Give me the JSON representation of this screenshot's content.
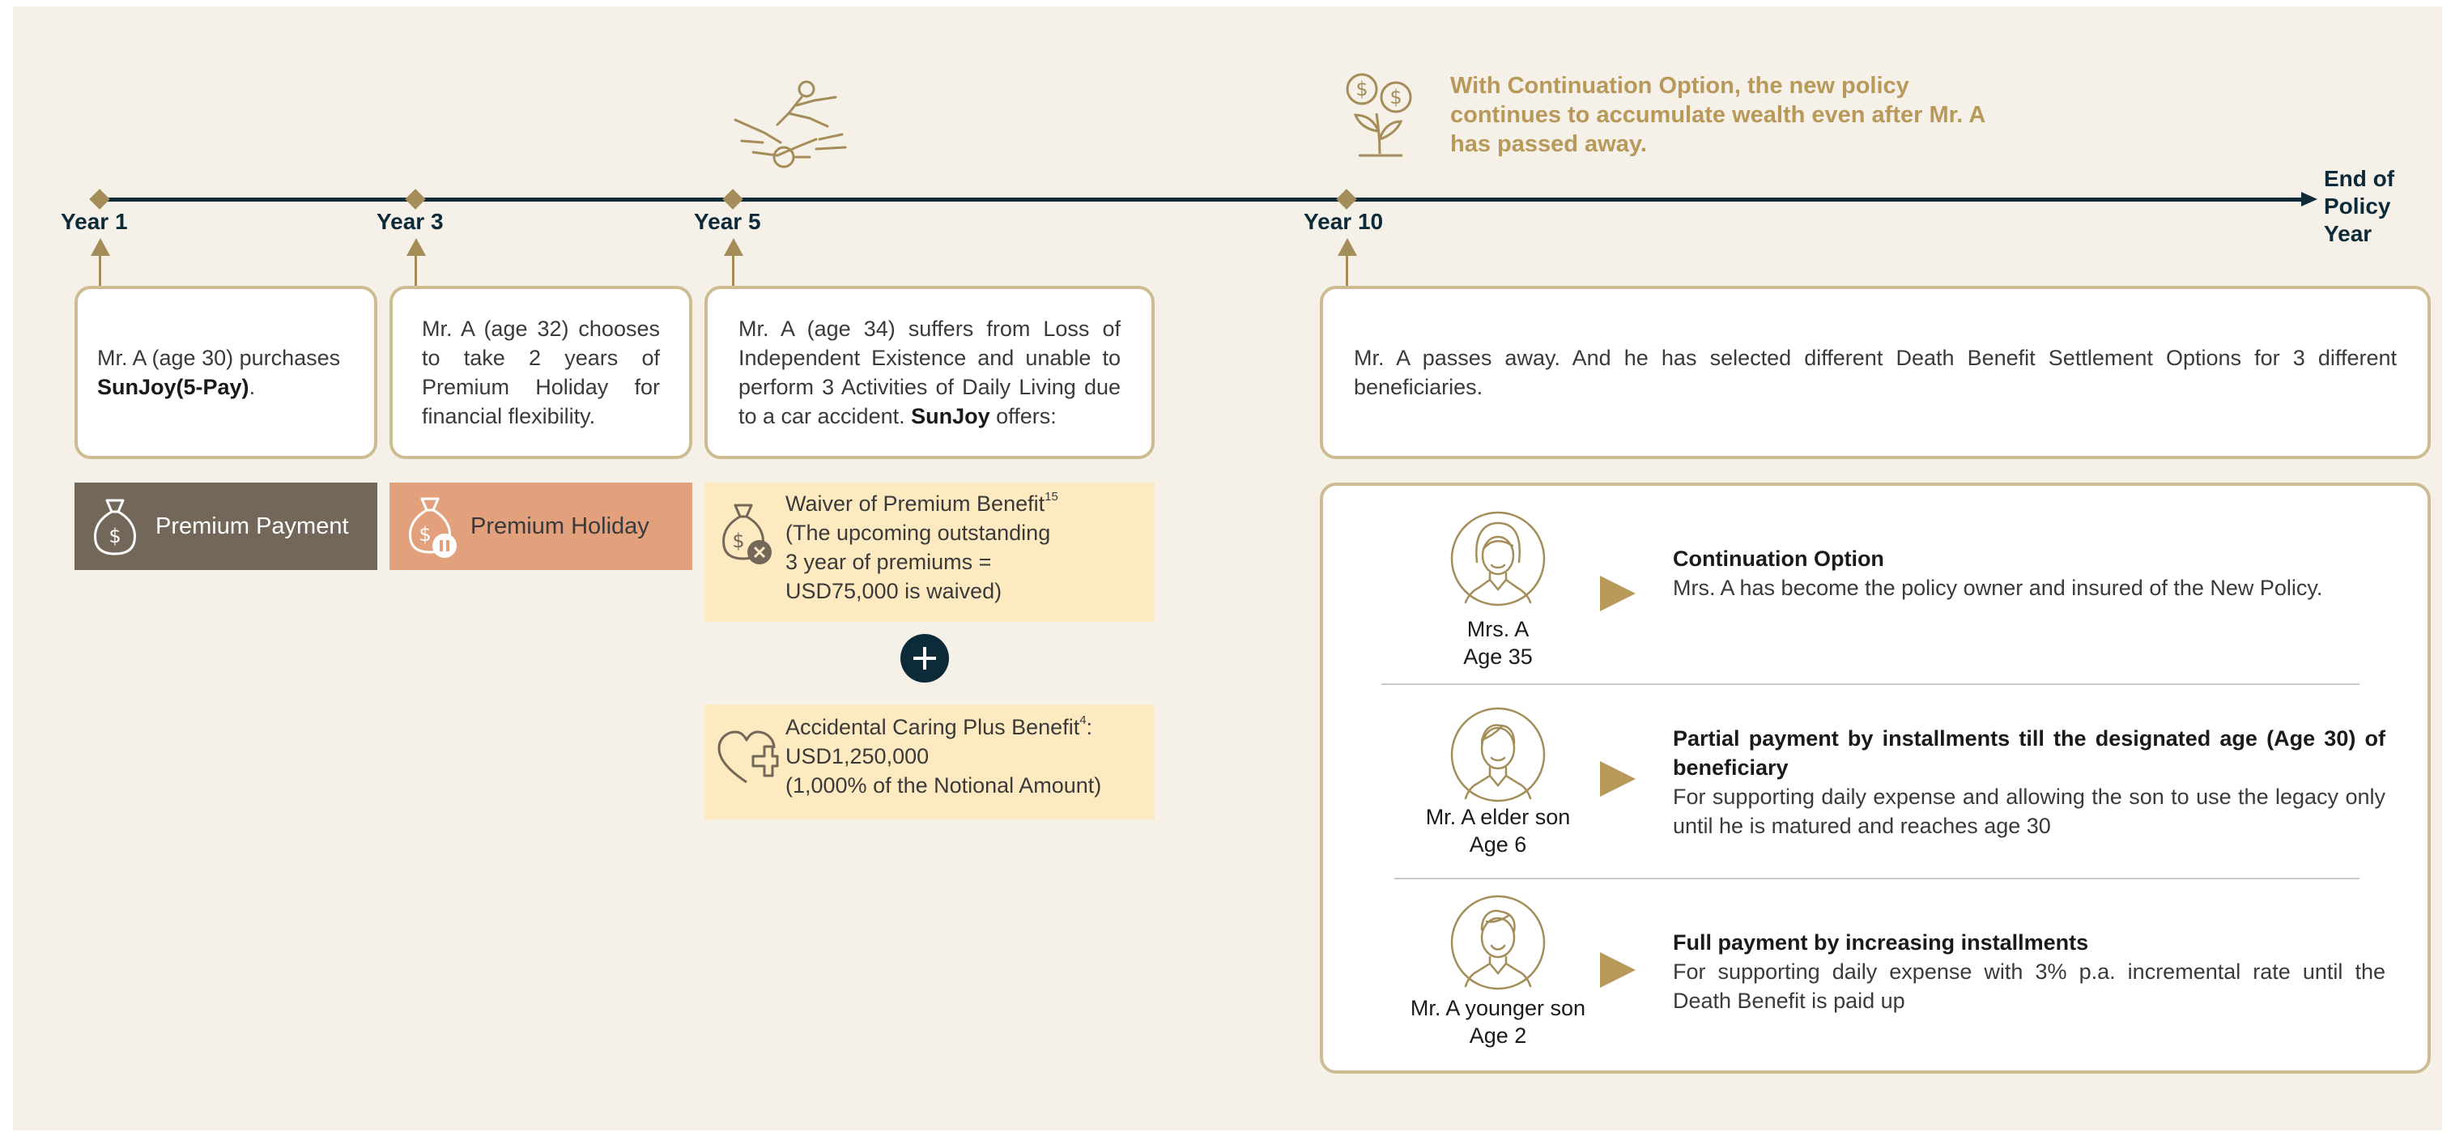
{
  "timeline": {
    "year1": "Year 1",
    "year3": "Year 3",
    "year5": "Year 5",
    "year10": "Year 10",
    "end_line1": "End of",
    "end_line2": "Policy Year"
  },
  "callout": {
    "text": "With Continuation Option, the new policy continues to accumulate wealth even after Mr. A has passed away."
  },
  "events": {
    "year1": {
      "text_before": "Mr. A (age 30) purchases ",
      "product": "SunJoy(5-Pay)",
      "text_after": "."
    },
    "year3": {
      "text": "Mr. A (age 32) chooses to take 2 years of Premium Holiday for financial flexibility."
    },
    "year5": {
      "text_before": "Mr. A (age 34) suffers from Loss of Independent Existence and unable to perform 3 Activities of Daily Living due to a car accident. ",
      "product": "SunJoy",
      "text_after": " offers:"
    },
    "year10": {
      "text": "Mr. A passes away. And he has selected different Death Benefit Settlement Options for 3 different beneficiaries."
    }
  },
  "tags": {
    "premium_payment": "Premium Payment",
    "premium_holiday": "Premium Holiday"
  },
  "benefits": {
    "waiver": {
      "title": "Waiver of Premium Benefit",
      "footnote": "15",
      "line2": "(The upcoming outstanding",
      "line3": "3 year of premiums  =",
      "line4": "USD75,000 is waived)"
    },
    "accidental": {
      "title": "Accidental Caring Plus Benefit",
      "footnote": "4",
      "title_suffix": ":",
      "line2": "USD1,250,000",
      "line3": "(1,000% of the Notional Amount)"
    }
  },
  "beneficiaries": [
    {
      "name": "Mrs.  A",
      "age": "Age 35",
      "title": "Continuation Option",
      "desc": "Mrs. A has become the policy owner and insured of the New Policy."
    },
    {
      "name": "Mr. A elder son",
      "age": "Age 6",
      "title": "Partial payment by installments till the designated age (Age 30) of beneficiary",
      "desc": "For supporting daily expense and allowing the son to use the legacy only until he is matured and reaches age 30"
    },
    {
      "name": "Mr. A younger son",
      "age": "Age 2",
      "title": "Full payment by increasing installments",
      "desc": "For supporting daily expense with 3% p.a. incremental rate until the Death Benefit is paid up"
    }
  ],
  "colors": {
    "navy": "#0d2a38",
    "gold": "#a48d58",
    "box_border": "#cdbb92",
    "payment_tag": "#726759",
    "holiday_tag": "#e3a07d",
    "benefit_bg": "#feeac0",
    "background": "#f5f0e8"
  },
  "icons": {
    "car_accident": "car-accident-icon",
    "money_plant": "money-plant-icon",
    "money_bag": "money-bag-icon",
    "heart_plus": "heart-plus-icon",
    "person": "person-avatar-icon"
  }
}
